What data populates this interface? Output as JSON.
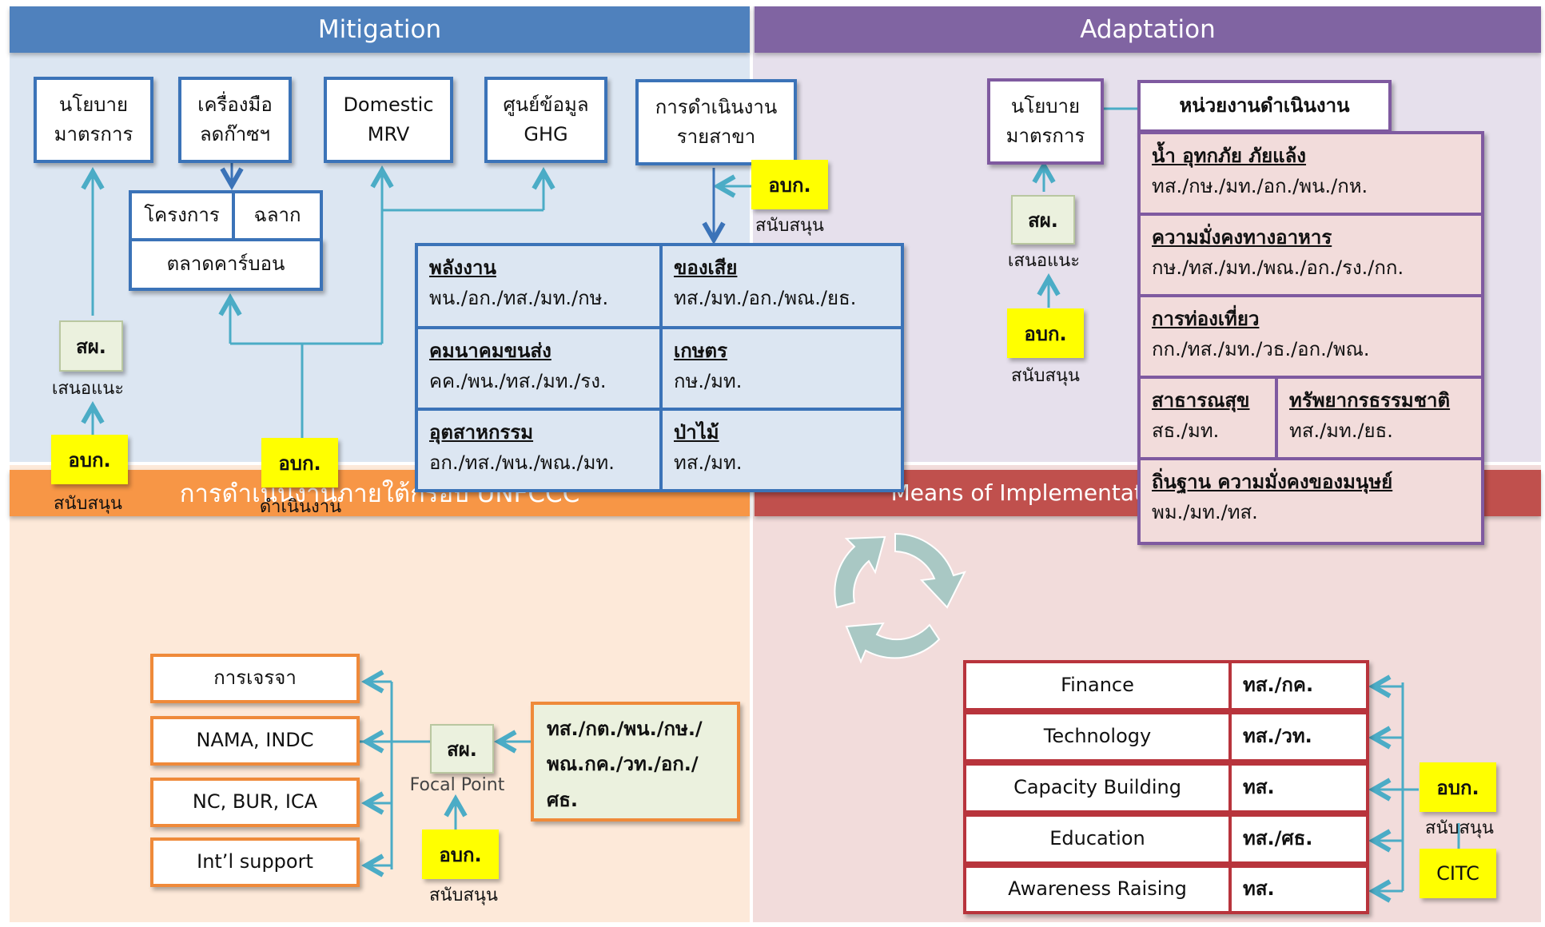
{
  "headers": {
    "mitigation": "Mitigation",
    "adaptation": "Adaptation",
    "unfccc": "การดำเนินงานภายใต้กรอบ UNFCCC",
    "moi": "Means of Implementation/ สร้างขีดความสามารถ"
  },
  "colors": {
    "mitigation_header": "#4f81bd",
    "adaptation_header": "#8064a2",
    "unfccc_header": "#f79646",
    "moi_header": "#c0504d",
    "mitigation_bg": "#dce6f2",
    "adaptation_bg": "#e6e0ec",
    "unfccc_bg": "#fde9d9",
    "moi_bg": "#f2dcdb",
    "yellow_box": "#ffff00",
    "green_box": "#ebf1de"
  },
  "mitigation": {
    "top_boxes": [
      {
        "line1": "นโยบาย",
        "line2": "มาตรการ"
      },
      {
        "line1": "เครื่องมือ",
        "line2": "ลดก๊าซฯ"
      },
      {
        "line1": "Domestic",
        "line2": "MRV"
      },
      {
        "line1": "ศูนย์ข้อมูล",
        "line2": "GHG"
      },
      {
        "line1": "การดำเนินงาน",
        "line2": "รายสาขา"
      }
    ],
    "project": "โครงการ",
    "label": "ฉลาก",
    "carbon_market": "ตลาดคาร์บอน",
    "sp_box": "สผ.",
    "sp_caption": "เสนอแนะ",
    "onb_left": "อบก.",
    "onb_left_caption": "สนับสนุน",
    "onb_mid": "อบก.",
    "onb_mid_caption": "ดำเนินงาน",
    "onb_right": "อบก.",
    "onb_right_caption": "สนับสนุน",
    "sectors": [
      {
        "title": "พลังงาน",
        "agencies": "พน./อก./ทส./มท./กษ."
      },
      {
        "title": "ของเสีย",
        "agencies": "ทส./มท./อก./พณ./ยธ."
      },
      {
        "title": "คมนาคมขนส่ง",
        "agencies": "คค./พน./ทส./มท./รง."
      },
      {
        "title": "เกษตร",
        "agencies": "กษ./มท."
      },
      {
        "title": "อุตสาหกรรม",
        "agencies": "อก./ทส./พน./พณ./มท."
      },
      {
        "title": "ป่าไม้",
        "agencies": "ทส./มท."
      }
    ]
  },
  "adaptation": {
    "policy": {
      "line1": "นโยบาย",
      "line2": "มาตรการ"
    },
    "agencies_header": "หน่วยงานดำเนินงาน",
    "sp_box": "สผ.",
    "sp_caption": "เสนอแนะ",
    "onb": "อบก.",
    "onb_caption": "สนับสนุน",
    "sectors": [
      {
        "title": "น้ำ อุทกภัย ภัยแล้ง",
        "agencies": "ทส./กษ./มท./อก./พน./กห."
      },
      {
        "title": "ความมั่งคงทางอาหาร",
        "agencies": "กษ./ทส./มท./พณ./อก./รง./กก."
      },
      {
        "title": "การท่องเที่ยว",
        "agencies": "กก./ทส./มท./วธ./อก./พณ."
      },
      {
        "title": "สาธารณสุข",
        "agencies": "สธ./มท."
      },
      {
        "title": "ทรัพยากรธรรมชาติ",
        "agencies": "ทส./มท./ยธ."
      },
      {
        "title": "ถิ่นฐาน ความมั่งคงของมนุษย์",
        "agencies": "พม./มท./ทส."
      }
    ]
  },
  "unfccc": {
    "items": [
      "การเจรจา",
      "NAMA, INDC",
      "NC, BUR, ICA",
      "Int’l support"
    ],
    "sp_box": "สผ.",
    "sp_caption": "Focal Point",
    "onb": "อบก.",
    "onb_caption": "สนับสนุน",
    "agencies_lines": [
      "ทส./กต./พน./กษ./",
      "พณ.กค./วท./อก./",
      "ศธ."
    ]
  },
  "moi": {
    "rows": [
      {
        "name": "Finance",
        "agency": "ทส./กค."
      },
      {
        "name": "Technology",
        "agency": "ทส./วท."
      },
      {
        "name": "Capacity Building",
        "agency": "ทส."
      },
      {
        "name": "Education",
        "agency": "ทส./ศธ."
      },
      {
        "name": "Awareness Raising",
        "agency": "ทส."
      }
    ],
    "onb": "อบก.",
    "onb_caption": "สนับสนุน",
    "citc": "CITC"
  }
}
